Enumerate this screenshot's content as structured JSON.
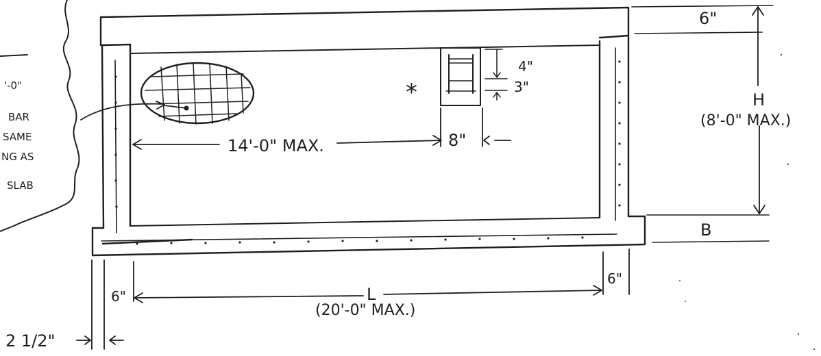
{
  "dimensions": {
    "roof_thickness": "6\"",
    "height_label": "H",
    "height_max": "(8'-0\" MAX.)",
    "base_label": "B",
    "inner_span": "14'-0\" MAX.",
    "beam_width": "8\"",
    "beam_depth_top": "4\"",
    "beam_depth_bottom": "3\"",
    "length_label": "L",
    "length_max": "(20'-0\" MAX.)",
    "wall_left": "6\"",
    "wall_right": "6\"",
    "toe": "2 1/2\""
  },
  "callout": {
    "lines": [
      "'-0\"",
      "BAR",
      "SAME",
      "NG AS",
      "SLAB"
    ]
  },
  "beam_marker": "*"
}
